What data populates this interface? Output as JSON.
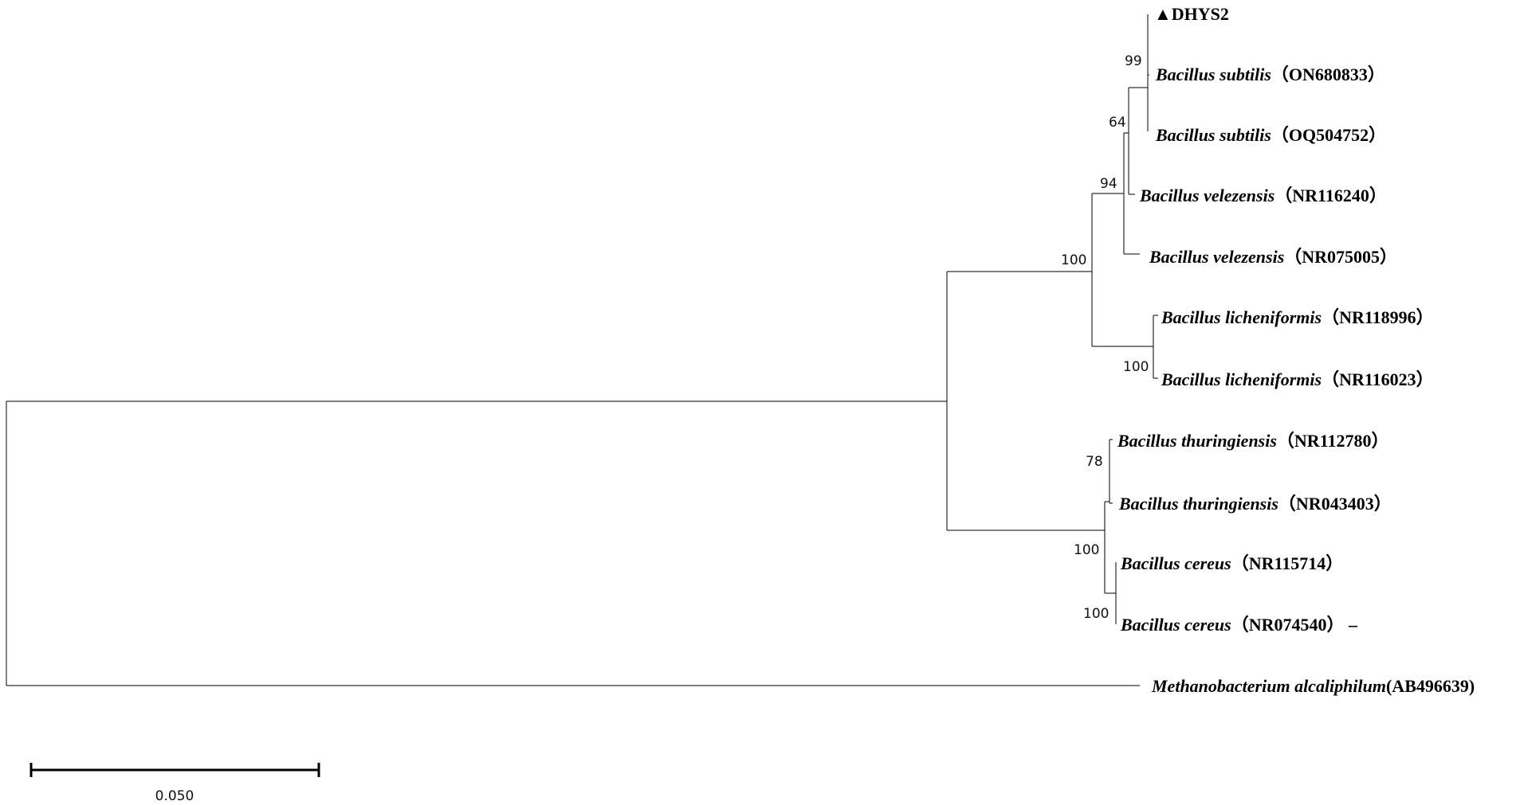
{
  "tree": {
    "taxa": {
      "dhys2": {
        "marker": "▲",
        "name": "DHYS2"
      },
      "subtilis1": {
        "species": "Bacillus subtilis",
        "accession": "（ON680833）"
      },
      "subtilis2": {
        "species": "Bacillus subtilis",
        "accession": "（OQ504752）"
      },
      "velezensis1": {
        "species": "Bacillus velezensis",
        "accession": "（NR116240）"
      },
      "velezensis2": {
        "species": "Bacillus velezensis",
        "accession": "（NR075005）"
      },
      "licheniformis1": {
        "species": "Bacillus licheniformis",
        "accession": "（NR118996）"
      },
      "licheniformis2": {
        "species": "Bacillus licheniformis",
        "accession": "（NR116023）"
      },
      "thuringiensis1": {
        "species": "Bacillus thuringiensis",
        "accession": "（NR112780）"
      },
      "thuringiensis2": {
        "species": "Bacillus thuringiensis",
        "accession": "（NR043403）"
      },
      "cereus1": {
        "species": "Bacillus cereus",
        "accession": "（NR115714）"
      },
      "cereus2": {
        "species": "Bacillus cereus",
        "accession": "（NR074540） –"
      },
      "methanobacterium": {
        "species": "Methanobacterium alcaliphilum",
        "accession": "(AB496639)"
      }
    },
    "bootstrap": {
      "subtilis_clade": "99",
      "subtilis_velezensis1": "64",
      "velezensis_clade": "94",
      "subtilis_licheniformis": "100",
      "licheniformis_clade": "100",
      "thuringiensis_clade": "78",
      "cereus_group": "100",
      "cereus_clade": "100"
    },
    "scale_bar": {
      "label": "0.050"
    }
  }
}
